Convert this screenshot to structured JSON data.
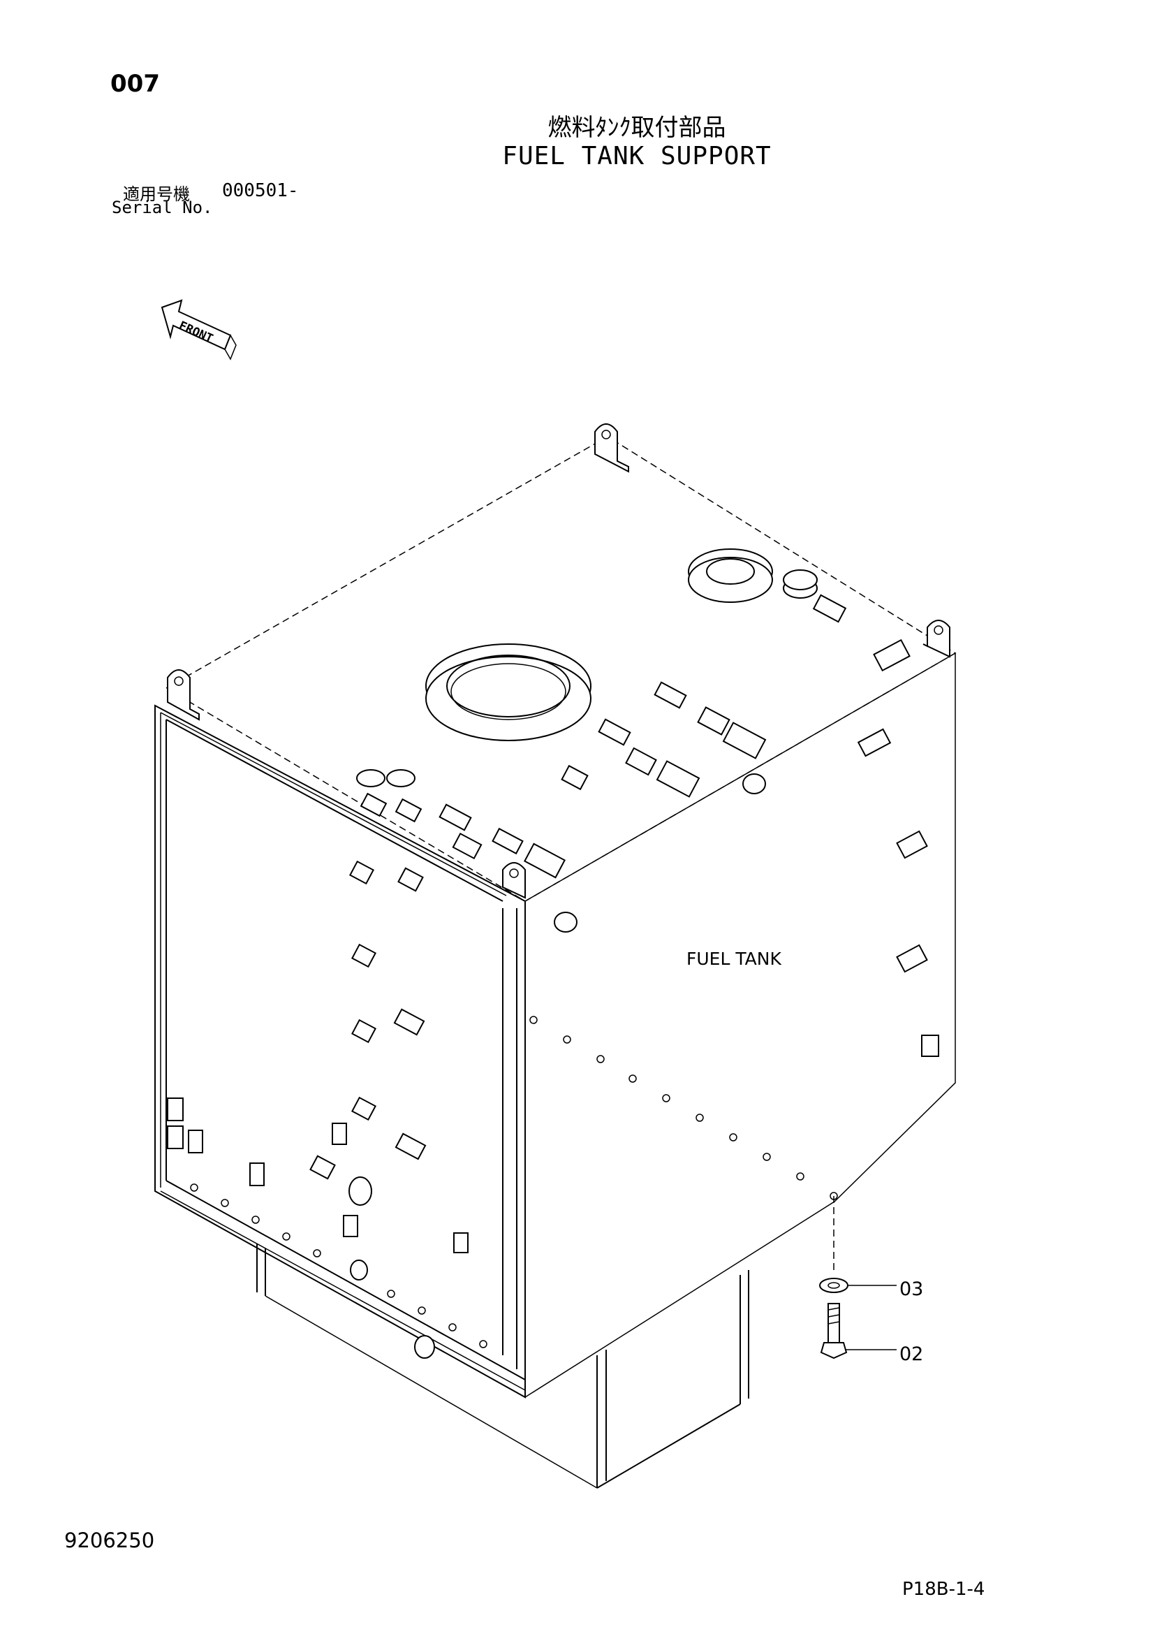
{
  "header": {
    "page_number": "007",
    "title_jp": "燃料ﾀﾝｸ取付部品",
    "title_en": "FUEL TANK SUPPORT",
    "serial_label_jp": "適用号機",
    "serial_value": "000501-",
    "serial_label_en": "Serial No."
  },
  "drawing": {
    "front_arrow_label": "FRONT",
    "tank_label": "FUEL TANK",
    "callouts": [
      {
        "number": "03",
        "part": "washer"
      },
      {
        "number": "02",
        "part": "bolt"
      }
    ]
  },
  "footer": {
    "drawing_id": "9206250",
    "page_code": "P18B-1-4"
  }
}
